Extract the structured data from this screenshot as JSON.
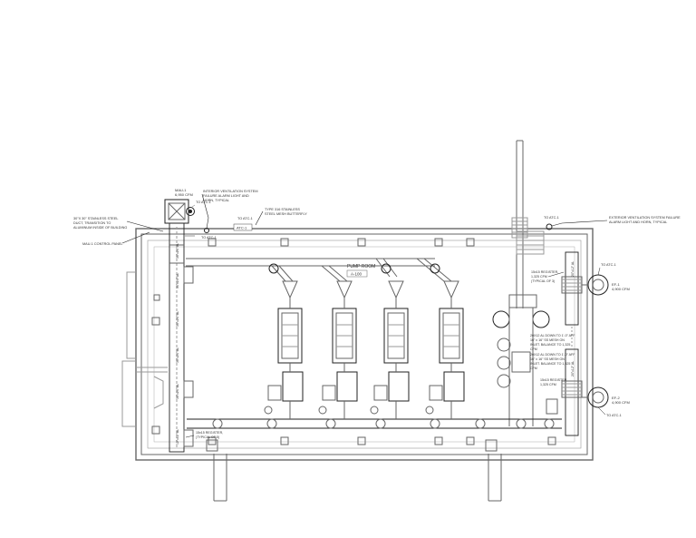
{
  "drawing": {
    "room_title": "PUMP ROOM",
    "room_number": "A-100",
    "equipment": {
      "makeup_air_unit": "MAU-1",
      "makeup_air_cfm": "6,950 CFM",
      "exhaust_fan_1": "EF-1",
      "exhaust_fan_1_cfm": "4,900 CFM",
      "exhaust_fan_2": "EF-2",
      "exhaust_fan_2_cfm": "4,900 CFM",
      "duct_tag": "ATC-1"
    },
    "callouts": {
      "to_atc_mau": "TO ATC-1",
      "to_atc_panel": "TO ATC-1",
      "to_atc_top_right": "TO ATC-1",
      "to_atc_ef1": "TO ATC-1",
      "to_atc_ef2": "TO ATC-1",
      "interior_vent_l1": "INTERIOR VENTILATION SYSTEM",
      "interior_vent_l2": "FAILURE ALARM LIGHT AND",
      "interior_vent_l3": "HORN, TYPICAL",
      "stainless_l1": "TYPE 316 STAINLESS",
      "stainless_l2": "STEEL MESH BUTTERFLY",
      "transition_l1": "30\"X 30\" STAINLESS STEEL",
      "transition_l2": "DUCT, TRANSITION TO",
      "transition_l3": "ALUMINUM INSIDE OF BUILDING",
      "mau_panel": "MAU-1 CONTROL PANEL",
      "ext_vent_l1": "EXTERIOR VENTILATION SYSTEM FAILURE",
      "ext_vent_l2": "ALARM LIGHT AND HORN, TYPICAL",
      "ef1_drop_l1": "20X12 AL DOWN TO 1'-0\" AFF",
      "ef1_drop_l2": "16\" x 16\" SS MESH ON",
      "ef1_drop_l3": "INLET. BALANCE TO 1,325",
      "ef1_drop_l4": "CFM",
      "ef2_drop_l1": "20X12 AL DOWN TO 1'-0\" AFF",
      "ef2_drop_l2": "16\" x 16\" SS MESH ON",
      "ef2_drop_l3": "INLET. BALANCE TO 1,325",
      "ef2_drop_l4": "CFM",
      "register_top_l1": "15x15 REGISTER,",
      "register_top_l2": "1,325 CFM",
      "register_top_l3": "(TYPICAL OF 3)",
      "register_bot_l1": "15x15 REGISTER,",
      "register_bot_l2": "1,325 CFM",
      "register_left_l1": "15x15 REGISTER,",
      "register_left_l2": "(TYPICAL OF 5)"
    },
    "duct_labels": [
      "30\"x24\" AL",
      "30\"x24\" AL",
      "30\"x24\" AL",
      "30\"x24\" AL",
      "30\"x24\" AL",
      "12\"x12\" AL"
    ],
    "ef_duct_labels": [
      "20\"x12\" AL",
      "20\"x12\" AL"
    ]
  }
}
